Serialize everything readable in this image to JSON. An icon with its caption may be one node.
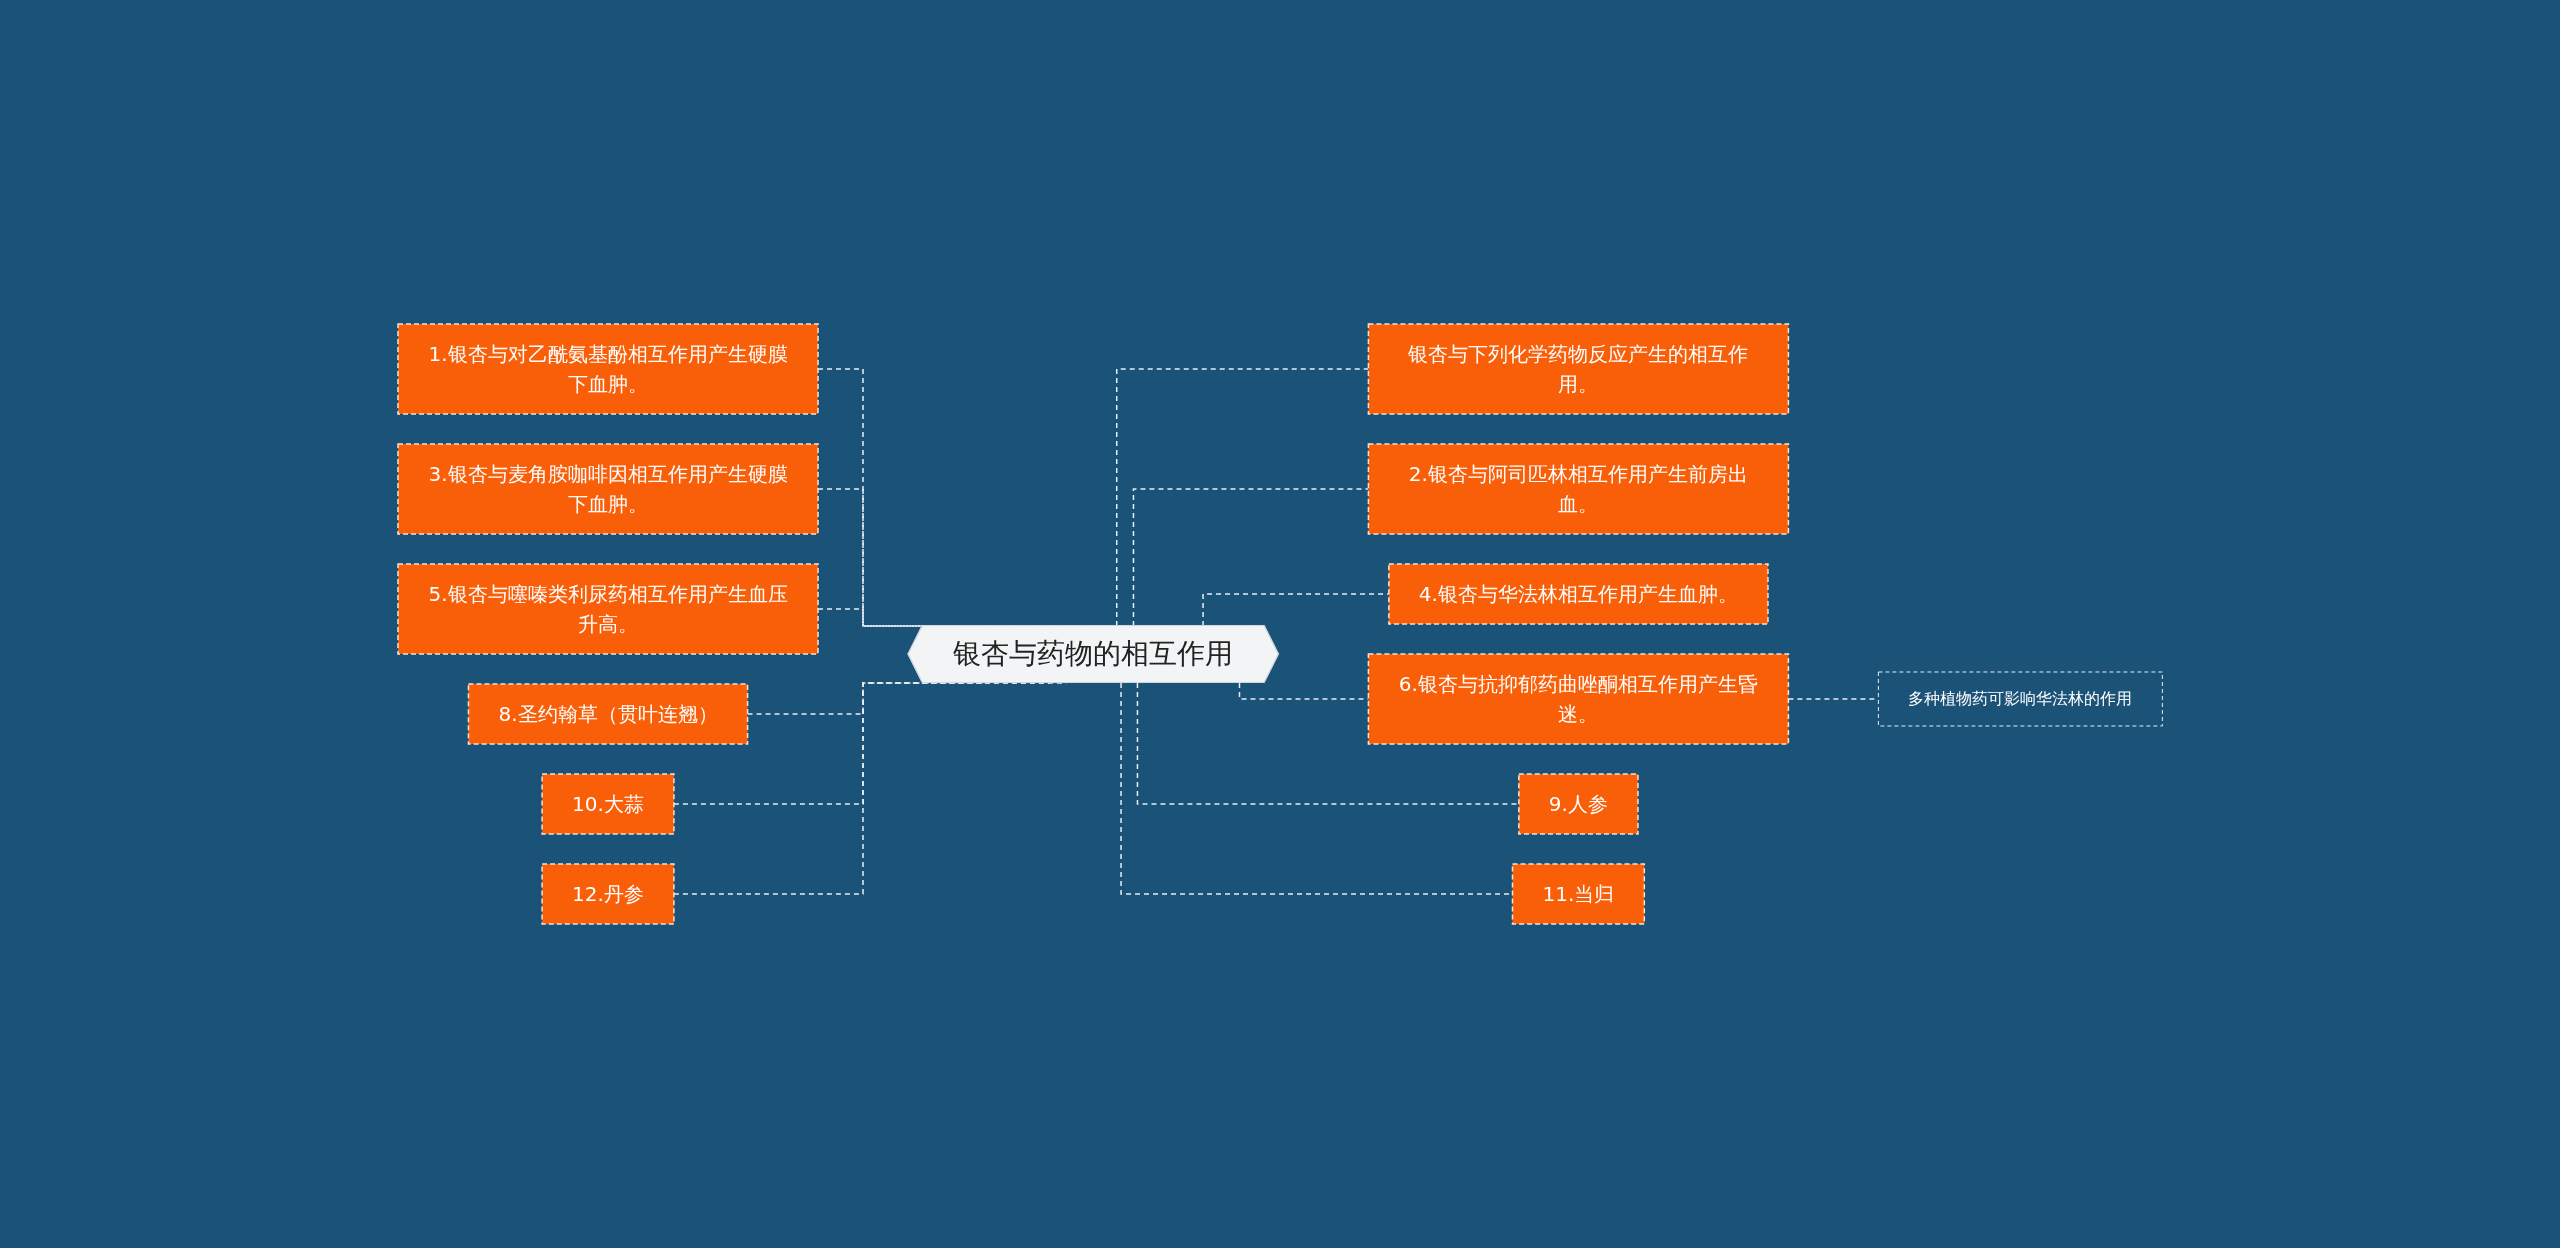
{
  "diagram": {
    "nodes": [
      {
        "text": [
          "银杏与药物的相互作用"
        ]
      },
      {
        "text": [
          "1.银杏与对乙酰氨基酚相互作用产生硬膜下血肿。"
        ]
      },
      {
        "text": [
          "3.银杏与麦角胺咖啡因相互作用产生硬膜下血肿。"
        ]
      },
      {
        "text": [
          "5.银杏与噻嗪类利尿药相互作用产生血压升高。"
        ]
      },
      {
        "text": [
          "8.圣约翰草（贯叶连翘）"
        ]
      },
      {
        "text": [
          "10.大蒜"
        ]
      },
      {
        "text": [
          "12.丹参"
        ]
      },
      {
        "text": [
          "银杏与下列化学药物反应产生的相互作用。"
        ]
      },
      {
        "text": [
          "2.银杏与阿司匹林相互作用产生前房出血。"
        ]
      },
      {
        "text": [
          "4.银杏与华法林相互作用产生血肿。"
        ]
      },
      {
        "text": [
          "6.银杏与抗抑郁药曲唑酮相互作用产生昏迷。"
        ]
      },
      {
        "text": [
          "多种植物药可影响华法林的作用"
        ]
      },
      {
        "text": [
          "9.人参"
        ]
      },
      {
        "text": [
          "11.当归"
        ]
      }
    ],
    "edges": [
      {
        "from": 1,
        "to": 0,
        "arrow": "none",
        "style": "dashed"
      },
      {
        "from": 2,
        "to": 0,
        "arrow": "none",
        "style": "dashed"
      },
      {
        "from": 3,
        "to": 0,
        "arrow": "none",
        "style": "dashed"
      },
      {
        "from": 4,
        "to": 0,
        "arrow": "none",
        "style": "dashed"
      },
      {
        "from": 5,
        "to": 0,
        "arrow": "none",
        "style": "dashed"
      },
      {
        "from": 6,
        "to": 0,
        "arrow": "none",
        "style": "dashed"
      },
      {
        "from": 0,
        "to": 7,
        "arrow": "none",
        "style": "dashed"
      },
      {
        "from": 0,
        "to": 8,
        "arrow": "none",
        "style": "dashed"
      },
      {
        "from": 0,
        "to": 9,
        "arrow": "none",
        "style": "dashed"
      },
      {
        "from": 0,
        "to": 10,
        "arrow": "none",
        "style": "dashed"
      },
      {
        "from": 10,
        "to": 11,
        "arrow": "none",
        "style": "dashed"
      },
      {
        "from": 0,
        "to": 12,
        "arrow": "none",
        "style": "dashed"
      },
      {
        "from": 0,
        "to": 13,
        "arrow": "none",
        "style": "dashed"
      }
    ]
  }
}
